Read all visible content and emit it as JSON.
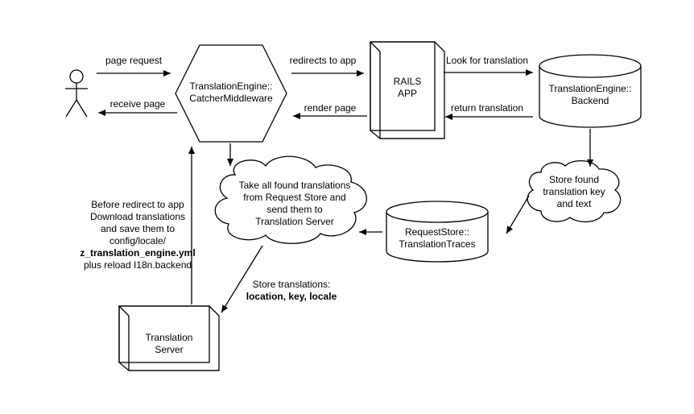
{
  "nodes": {
    "middleware": {
      "line1": "TranslationEngine::",
      "line2": "CatcherMiddleware"
    },
    "rails": {
      "line1": "RAILS",
      "line2": "APP"
    },
    "backend": {
      "line1": "TranslationEngine::",
      "line2": "Backend"
    },
    "cloud_main": {
      "line1": "Take all found translations",
      "line2": "from Request Store and",
      "line3": "send them to",
      "line4": "Translation Server"
    },
    "cloud_store": {
      "line1": "Store found",
      "line2": "translation key",
      "line3": "and text"
    },
    "request_store": {
      "line1": "RequestStore::",
      "line2": "TranslationTraces"
    },
    "translation_server": {
      "line1": "Translation",
      "line2": "Server"
    }
  },
  "edges": {
    "page_request": "page request",
    "receive_page": "receive page",
    "redirects_to_app": "redirects to app",
    "render_page": "render page",
    "look_for_translation": "Look for translation",
    "return_translation": "return translation",
    "store_translations_line1": "Store translations:",
    "store_translations_line2": "location, key, locale",
    "download_line1": "Before redirect to app",
    "download_line2": "Download translations",
    "download_line3": "and save them to",
    "download_line4": "config/locale/",
    "download_line5": "z_translation_engine.yml",
    "download_line6": "plus reload I18n.backend"
  }
}
